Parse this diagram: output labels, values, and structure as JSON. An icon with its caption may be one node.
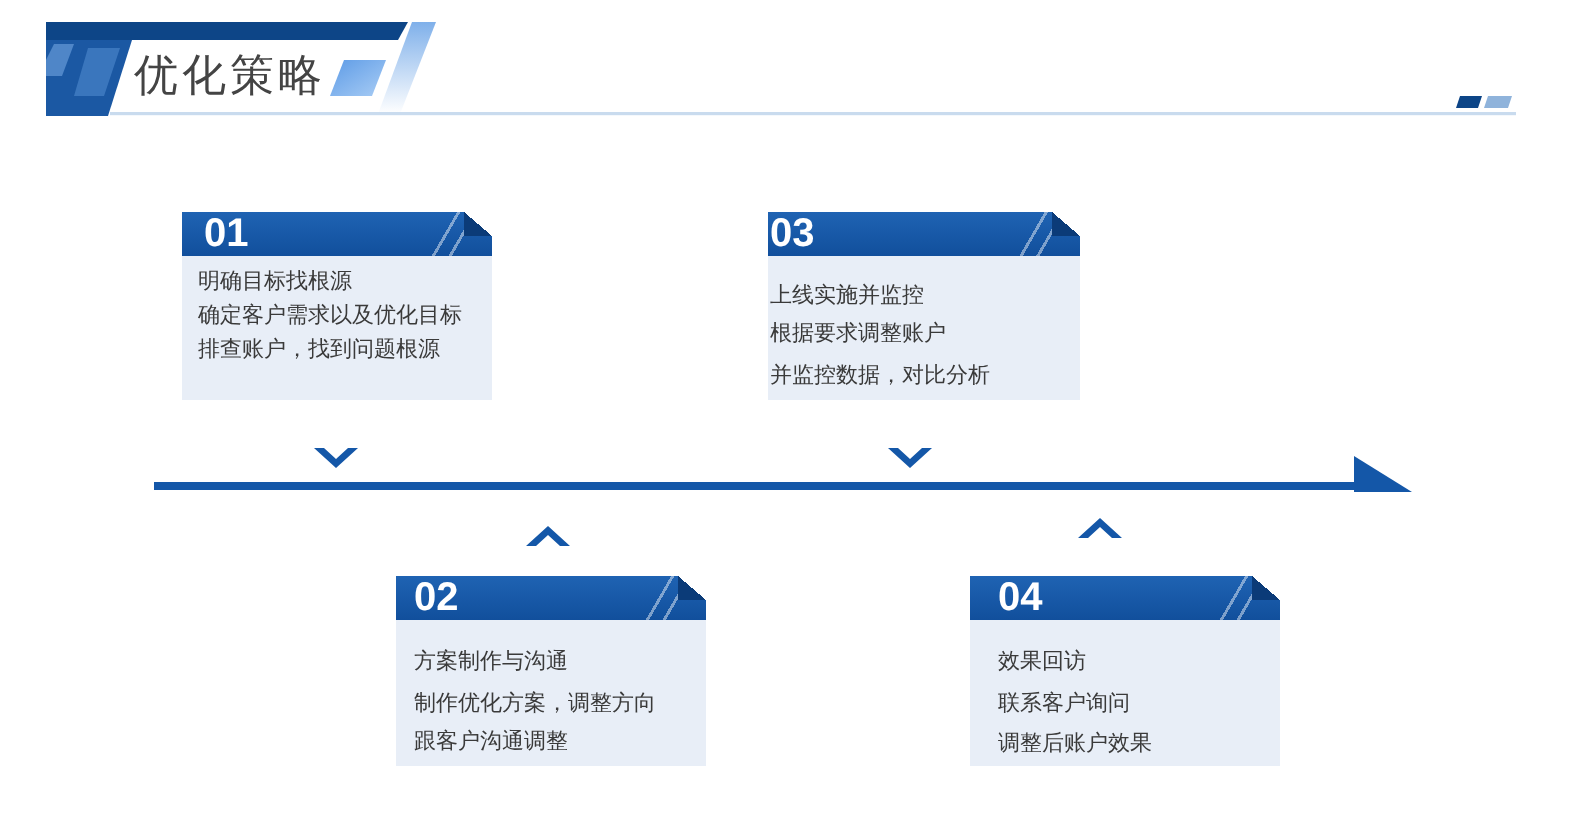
{
  "diagram": {
    "title": "优化策略",
    "nodes": [
      {
        "text": [
          "01",
          "明确目标找根源",
          "确定客户需求以及优化目标",
          "排查账户，找到问题根源"
        ]
      },
      {
        "text": [
          "02",
          "方案制作与沟通",
          "制作优化方案，调整方向",
          "跟客户沟通调整"
        ]
      },
      {
        "text": [
          "03",
          "上线实施并监控",
          "根据要求调整账户",
          "并监控数据，对比分析"
        ]
      },
      {
        "text": [
          "04",
          "效果回访",
          "联系客户询问",
          "调整后账户效果"
        ]
      }
    ]
  }
}
